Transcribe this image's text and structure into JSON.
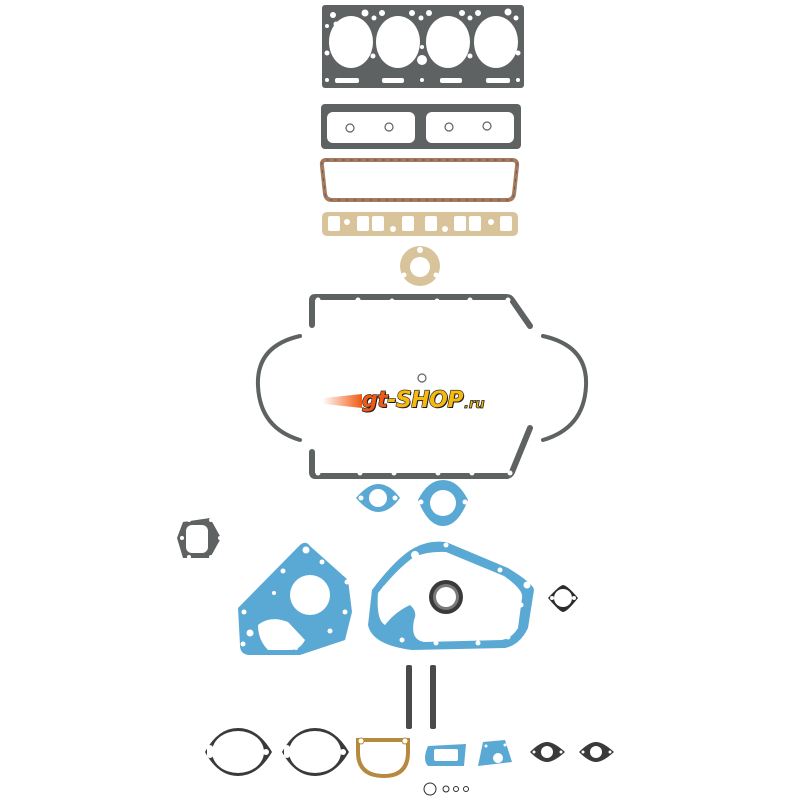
{
  "image": {
    "description": "Engine full gasket set product photo",
    "background": "#ffffff"
  },
  "watermark": {
    "text_main_a": "gt",
    "text_main_b": "-SHOP",
    "text_tld": ".ru",
    "colors": {
      "primary": "#f7b90e",
      "accent": "#f05a14",
      "outline": "#1a1a1a"
    }
  },
  "palette": {
    "graphite_gasket": "#5f6263",
    "cork_gasket": "#a87a55",
    "fiber_gasket": "#d9c39b",
    "blue_gasket": "#5aa9d4",
    "rubber_black": "#2c2c2c",
    "copper_gasket": "#b58a3e"
  },
  "parts": [
    {
      "id": "head-gasket",
      "material": "graphite"
    },
    {
      "id": "valve-cover-gasket",
      "material": "graphite"
    },
    {
      "id": "side-cover-gasket",
      "material": "cork"
    },
    {
      "id": "manifold-gasket",
      "material": "fiber"
    },
    {
      "id": "thermostat-gasket",
      "material": "fiber"
    },
    {
      "id": "oil-pan-gasket-set",
      "material": "graphite"
    },
    {
      "id": "water-outlet-gaskets",
      "material": "blue"
    },
    {
      "id": "fuel-pump-gasket",
      "material": "graphite"
    },
    {
      "id": "timing-cover-plate-gasket",
      "material": "blue"
    },
    {
      "id": "timing-cover-gasket",
      "material": "blue"
    },
    {
      "id": "front-oil-seal",
      "material": "rubber"
    },
    {
      "id": "small-flange-gasket",
      "material": "black"
    },
    {
      "id": "rear-main-seal-strips",
      "material": "rubber"
    },
    {
      "id": "bottom-row-gaskets",
      "material": "mixed"
    },
    {
      "id": "o-rings",
      "material": "rubber"
    }
  ]
}
